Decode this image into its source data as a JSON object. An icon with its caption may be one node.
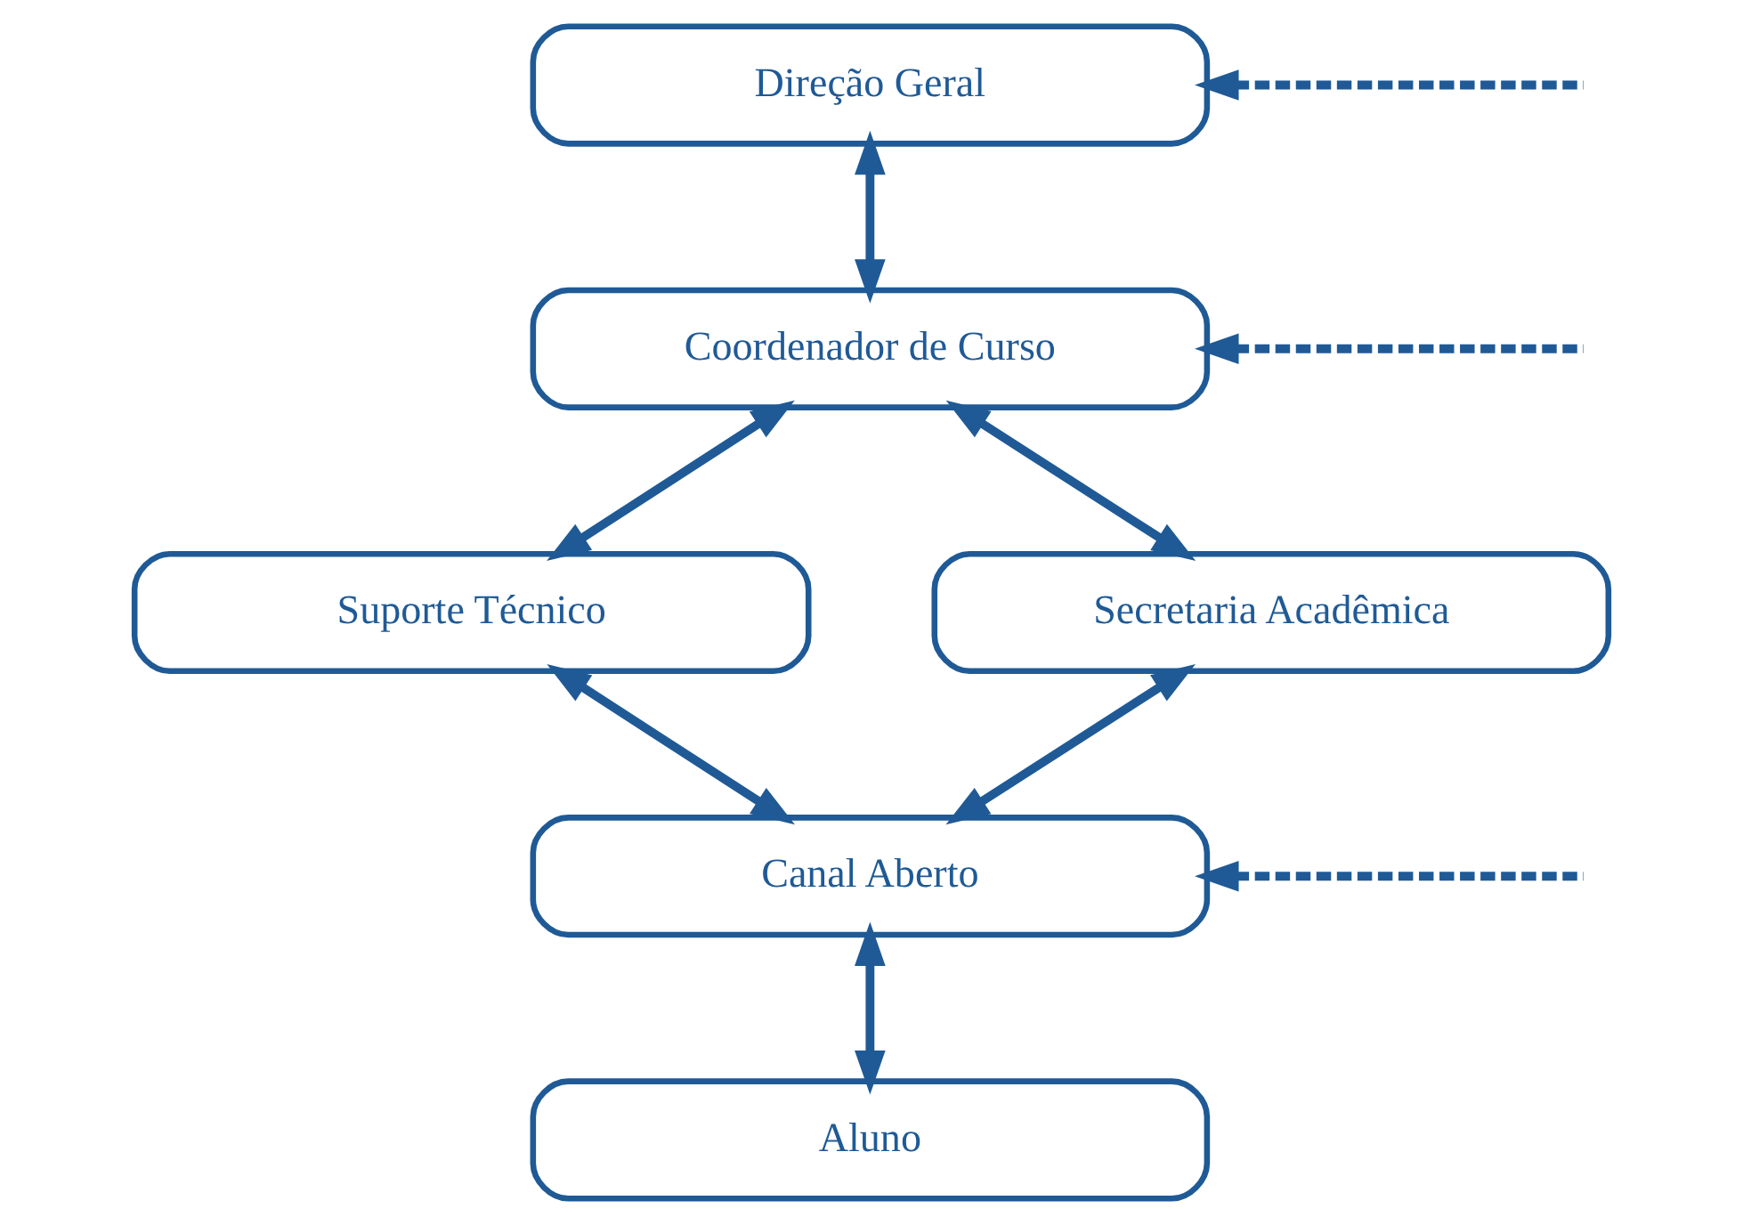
{
  "diagram": {
    "nodes": [
      {
        "text": [
          "Direção Geral"
        ]
      },
      {
        "text": [
          "Coordenador de Curso"
        ]
      },
      {
        "text": [
          "Suporte Técnico"
        ]
      },
      {
        "text": [
          "Secretaria Acadêmica"
        ]
      },
      {
        "text": [
          "Canal Aberto"
        ]
      },
      {
        "text": [
          "Aluno"
        ]
      }
    ],
    "edges": [
      {
        "from": 0,
        "to": 1,
        "arrow": "both"
      },
      {
        "from": 1,
        "to": 2,
        "arrow": "both"
      },
      {
        "from": 1,
        "to": 3,
        "arrow": "both"
      },
      {
        "from": 2,
        "to": 4,
        "arrow": "both"
      },
      {
        "from": 3,
        "to": 4,
        "arrow": "both"
      },
      {
        "from": 4,
        "to": 5,
        "arrow": "both"
      },
      {
        "from": null,
        "to": 0,
        "arrow": "to",
        "style": "dashed"
      },
      {
        "from": null,
        "to": 1,
        "arrow": "to",
        "style": "dashed"
      },
      {
        "from": null,
        "to": 4,
        "arrow": "to",
        "style": "dashed"
      }
    ]
  }
}
